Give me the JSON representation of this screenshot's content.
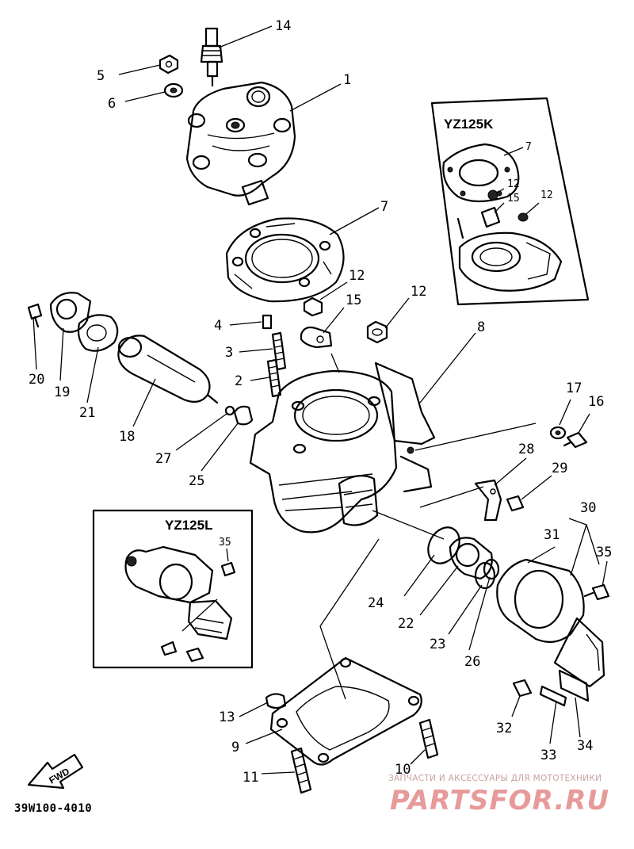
{
  "diagram": {
    "drawing_code": "39W100-4010",
    "fwd_label": "FWD",
    "inset_top": {
      "title": "YZ125K",
      "callouts": [
        "7",
        "12",
        "15",
        "12"
      ]
    },
    "inset_left": {
      "title": "YZ125L",
      "callouts": [
        "35"
      ]
    },
    "callouts": {
      "c1": "1",
      "c2": "2",
      "c3": "3",
      "c4": "4",
      "c5": "5",
      "c6": "6",
      "c7": "7",
      "c8": "8",
      "c9": "9",
      "c10": "10",
      "c11": "11",
      "c12a": "12",
      "c12b": "12",
      "c13": "13",
      "c14": "14",
      "c15": "15",
      "c16": "16",
      "c17": "17",
      "c18": "18",
      "c19": "19",
      "c20": "20",
      "c21": "21",
      "c22": "22",
      "c23": "23",
      "c24": "24",
      "c25": "25",
      "c26": "26",
      "c27": "27",
      "c28": "28",
      "c29": "29",
      "c30": "30",
      "c31": "31",
      "c32": "32",
      "c33": "33",
      "c34": "34",
      "c35": "35"
    }
  },
  "watermark": {
    "caption": "ЗАПЧАСТИ И АКСЕССУАРЫ ДЛЯ МОТОТЕХНИКИ",
    "logo": "PARTSFOR.RU"
  }
}
